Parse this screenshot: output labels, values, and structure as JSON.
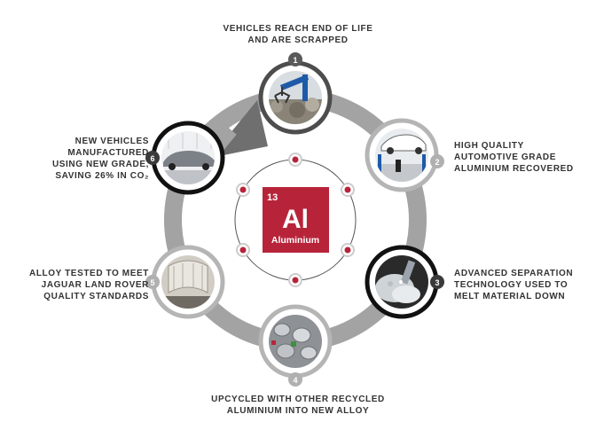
{
  "element": {
    "number": "13",
    "symbol": "Al",
    "name": "Aluminium",
    "color": "#b7243a"
  },
  "steps": [
    {
      "num": "1",
      "lines": [
        "VEHICLES REACH END OF LIFE",
        "AND ARE SCRAPPED"
      ],
      "icon": "scrap-crane-icon"
    },
    {
      "num": "2",
      "lines": [
        "HIGH QUALITY",
        "AUTOMOTIVE GRADE",
        "ALUMINIUM RECOVERED"
      ],
      "icon": "car-lift-icon"
    },
    {
      "num": "3",
      "lines": [
        "ADVANCED SEPARATION",
        "TECHNOLOGY USED TO",
        "MELT MATERIAL DOWN"
      ],
      "icon": "aluminium-flakes-icon"
    },
    {
      "num": "4",
      "lines": [
        "UPCYCLED WITH OTHER RECYCLED",
        "ALUMINIUM INTO NEW ALLOY"
      ],
      "icon": "crushed-cans-icon"
    },
    {
      "num": "5",
      "lines": [
        "ALLOY TESTED TO MEET",
        "JAGUAR LAND ROVER",
        "QUALITY STANDARDS"
      ],
      "icon": "alloy-coil-icon"
    },
    {
      "num": "6",
      "lines": [
        "NEW VEHICLES",
        "MANUFACTURED",
        "USING NEW GRADE,",
        "SAVING 26% IN CO₂"
      ],
      "icon": "new-car-icon"
    }
  ],
  "colors": {
    "ring": "#999999",
    "ring_light": "#c9c9c9",
    "accent": "#b7243a",
    "dark": "#1a1a1a",
    "text": "#333333"
  }
}
